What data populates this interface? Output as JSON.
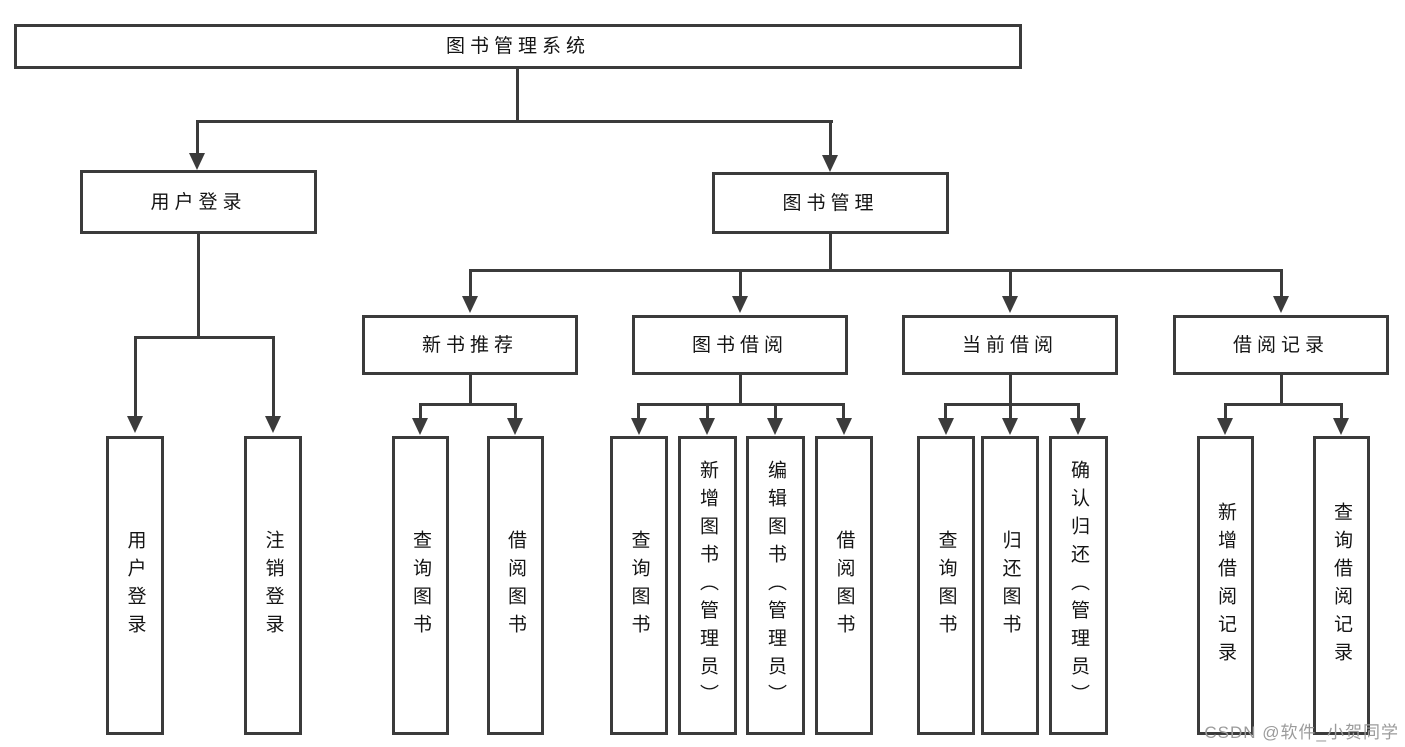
{
  "diagram": {
    "root": {
      "label": "图书管理系统"
    },
    "branches": [
      {
        "label": "用户登录",
        "children": [
          {
            "label": "用户登录"
          },
          {
            "label": "注销登录"
          }
        ]
      },
      {
        "label": "图书管理",
        "groups": [
          {
            "label": "新书推荐",
            "children": [
              {
                "label": "查询图书"
              },
              {
                "label": "借阅图书"
              }
            ]
          },
          {
            "label": "图书借阅",
            "children": [
              {
                "label": "查询图书"
              },
              {
                "label": "新增图书（管理员）"
              },
              {
                "label": "编辑图书（管理员）"
              },
              {
                "label": "借阅图书"
              }
            ]
          },
          {
            "label": "当前借阅",
            "children": [
              {
                "label": "查询图书"
              },
              {
                "label": "归还图书"
              },
              {
                "label": "确认归还（管理员）"
              }
            ]
          },
          {
            "label": "借阅记录",
            "children": [
              {
                "label": "新增借阅记录"
              },
              {
                "label": "查询借阅记录"
              }
            ]
          }
        ]
      }
    ]
  },
  "colors": {
    "line": "#3b3b3b",
    "text": "#141414",
    "background": "#ffffff",
    "watermark": "#9b9b9b"
  },
  "watermark": {
    "text": "CSDN @软件_小贺同学"
  }
}
